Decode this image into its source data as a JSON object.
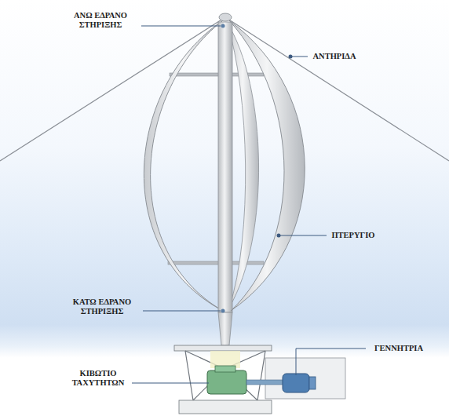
{
  "diagram": {
    "labels": [
      "ΑΝΩ ΕΔΡΑΝΟ ΣΤΗΡΙΞΗΣ",
      "ΑΝΤΗΡΙΔΑ",
      "ΠΤΕΡΥΓΙΟ",
      "ΚΑΤΩ ΕΔΡΑΝΟ ΣΤΗΡΙΞΗΣ",
      "ΓΕΝΝΗΤΡΙΑ",
      "ΚΙΒΩΤΙΟ ΤΑΧΥΤΗΤΩΝ"
    ]
  }
}
